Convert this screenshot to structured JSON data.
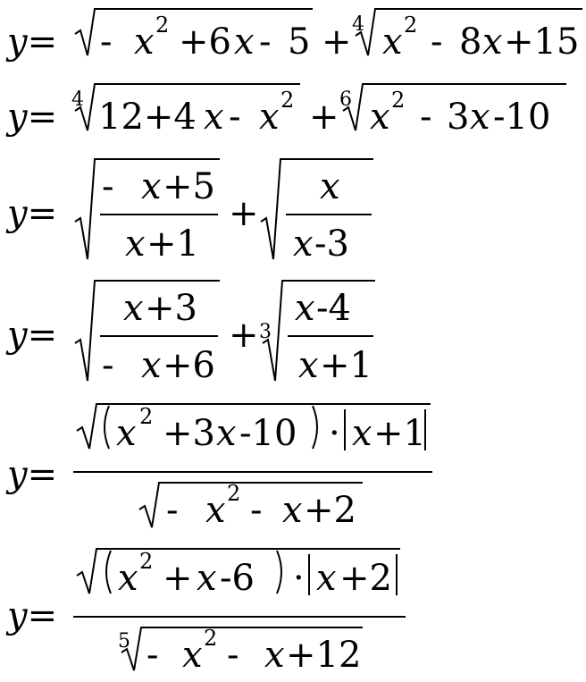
{
  "equations": [
    {
      "lhs": "y=",
      "term1": {
        "radicand": [
          "-",
          "x",
          "2",
          "+6",
          "x",
          "-",
          "5"
        ]
      },
      "plus": "+",
      "term2": {
        "index": "4",
        "radicand": [
          "x",
          "2",
          "-",
          "8",
          "x",
          "+15"
        ]
      }
    },
    {
      "lhs": "y=",
      "term1": {
        "index": "4",
        "radicand": [
          "12+4",
          "x",
          "-",
          "x",
          "2"
        ]
      },
      "plus": "+",
      "term2": {
        "index": "6",
        "radicand": [
          "x",
          "2",
          "-",
          "3",
          "x",
          "-10"
        ]
      }
    },
    {
      "lhs": "y=",
      "term1": {
        "numerator": [
          "-",
          "x",
          "+5"
        ],
        "denominator": [
          "x",
          "+1"
        ]
      },
      "plus": "+",
      "term2": {
        "numerator": [
          "x"
        ],
        "denominator": [
          "x",
          "-3"
        ]
      }
    },
    {
      "lhs": "y=",
      "term1": {
        "numerator": [
          "x",
          "+3"
        ],
        "denominator": [
          "-",
          "x",
          "+6"
        ]
      },
      "plus": "+",
      "term2": {
        "index": "3",
        "numerator": [
          "x",
          "-4"
        ],
        "denominator": [
          "x",
          "+1"
        ]
      }
    },
    {
      "lhs": "y=",
      "numerator": [
        "x",
        "2",
        "+3",
        "x",
        "-10",
        "·",
        "x",
        "+1"
      ],
      "denominator": [
        "-",
        "x",
        "2",
        "-",
        "x",
        "+2"
      ]
    },
    {
      "lhs": "y=",
      "numerator": [
        "x",
        "2",
        "+",
        "x",
        "-6",
        "·",
        "x",
        "+2"
      ],
      "denominator": {
        "index": "5",
        "radicand": [
          "-",
          "x",
          "2",
          "-",
          "x",
          "+12"
        ]
      }
    }
  ]
}
